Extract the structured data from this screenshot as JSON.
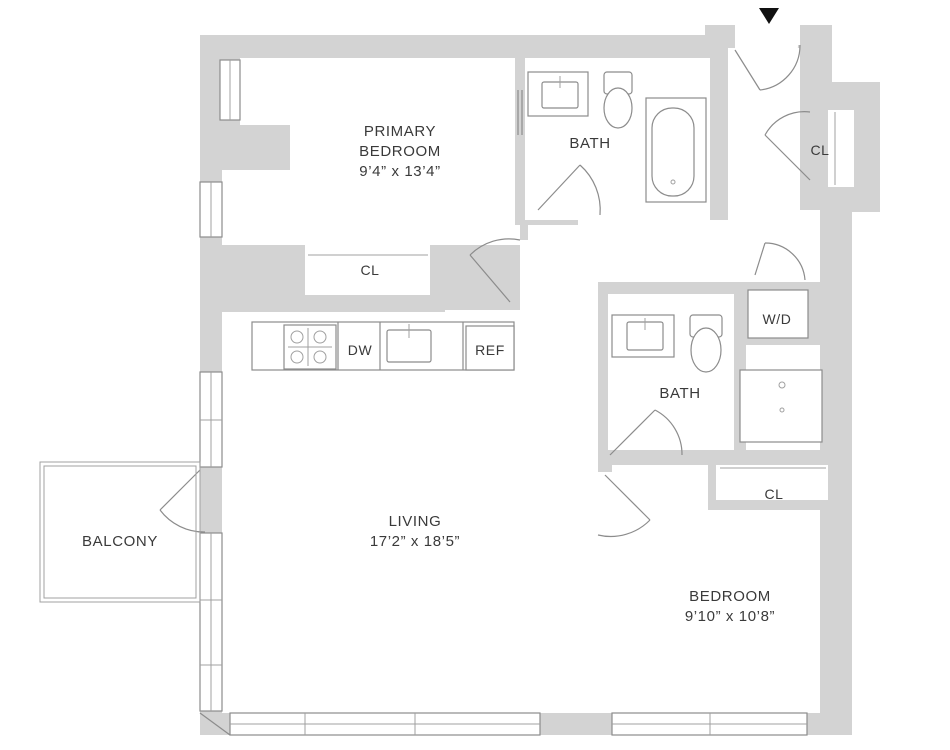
{
  "rooms": {
    "primary_bedroom": {
      "name_line1": "PRIMARY",
      "name_line2": "BEDROOM",
      "size": "9’4” x 13’4”"
    },
    "primary_bath": {
      "name": "BATH"
    },
    "primary_closet": {
      "name": "CL"
    },
    "entry_closet": {
      "name": "CL"
    },
    "laundry": {
      "name": "W/D"
    },
    "second_bath": {
      "name": "BATH"
    },
    "living": {
      "name": "LIVING",
      "size": "17’2” x 18’5”"
    },
    "bedroom": {
      "name": "BEDROOM",
      "size": "9’10” x 10’8”"
    },
    "bedroom_closet": {
      "name": "CL"
    },
    "balcony": {
      "name": "BALCONY"
    }
  },
  "kitchen": {
    "dishwasher": "DW",
    "refrigerator": "REF"
  },
  "colors": {
    "wall": "#d3d3d3",
    "line": "#8c8c8c",
    "text": "#3a3a3a",
    "entry_arrow": "#111111"
  },
  "icons": [
    "entry-arrow-icon",
    "stove-icon",
    "sink-icon",
    "toilet-icon",
    "bathtub-icon",
    "shower-icon"
  ]
}
